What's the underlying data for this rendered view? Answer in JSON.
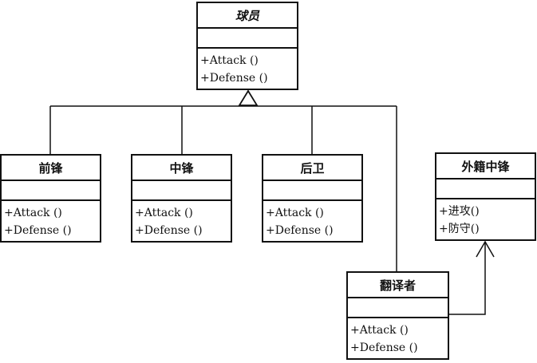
{
  "classes": {
    "player": {
      "name": "球员",
      "methods": [
        "+Attack ()",
        "+Defense ()"
      ]
    },
    "forward": {
      "name": "前锋",
      "methods": [
        "+Attack ()",
        "+Defense ()"
      ]
    },
    "center": {
      "name": "中锋",
      "methods": [
        "+Attack ()",
        "+Defense ()"
      ]
    },
    "guard": {
      "name": "后卫",
      "methods": [
        "+Attack ()",
        "+Defense ()"
      ]
    },
    "foreign": {
      "name": "外籍中锋",
      "methods": [
        "+进攻()",
        "+防守()"
      ]
    },
    "translator": {
      "name": "翻译者",
      "methods": [
        "+Attack ()",
        "+Defense ()"
      ]
    }
  },
  "relationships": [
    {
      "type": "generalization",
      "from": "forward",
      "to": "player"
    },
    {
      "type": "generalization",
      "from": "center",
      "to": "player"
    },
    {
      "type": "generalization",
      "from": "guard",
      "to": "player"
    },
    {
      "type": "generalization",
      "from": "translator",
      "to": "player"
    },
    {
      "type": "association",
      "from": "translator",
      "to": "foreign"
    }
  ]
}
